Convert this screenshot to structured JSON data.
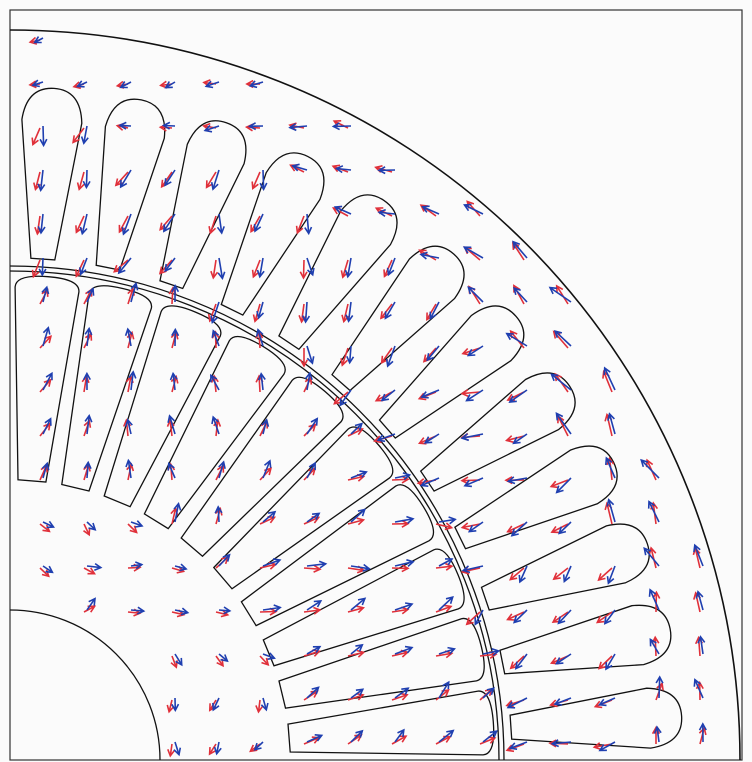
{
  "diagram": {
    "kind": "quarter-section electric machine cross-section with flux density vector plot",
    "colors": {
      "outline": "#111111",
      "vector_set_a": "#e0303a",
      "vector_set_b": "#1f3fb0",
      "background": "#fbfbfb"
    },
    "stator_slot_count": 12,
    "rotor_slot_count": 10,
    "legend": "none",
    "text_labels": "none"
  }
}
